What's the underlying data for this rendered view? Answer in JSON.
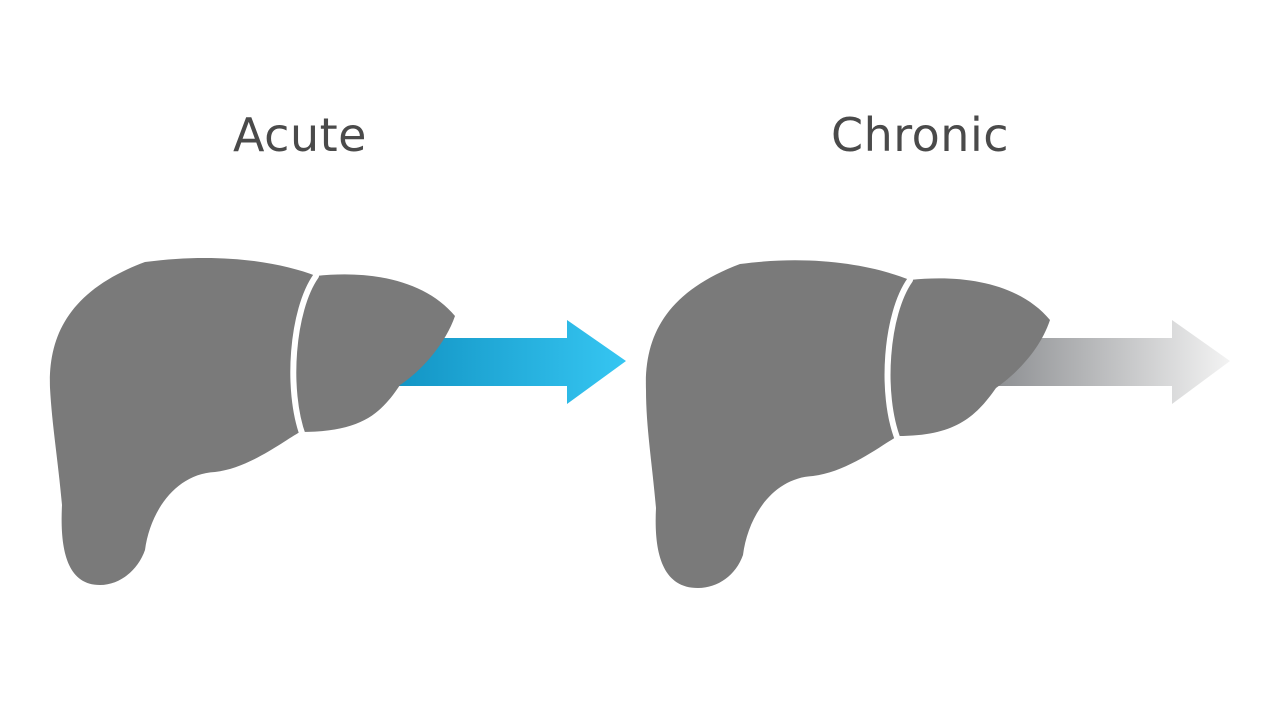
{
  "colors": {
    "background": "#ffffff",
    "organ": "#7a7a7a",
    "lobe_divider": "#ffffff",
    "heading_text": "#4a4a4a",
    "acute_arrow_start": "#1294c4",
    "acute_arrow_end": "#36c6f2",
    "chronic_arrow_start": "#8d8f92",
    "chronic_arrow_end": "#f3f3f3"
  },
  "panels": [
    {
      "heading": "Acute",
      "organ_icon": "liver-icon",
      "arrow_icon": "arrow-right-icon",
      "arrow_style": "blue-gradient"
    },
    {
      "heading": "Chronic",
      "organ_icon": "liver-icon",
      "arrow_icon": "arrow-right-icon",
      "arrow_style": "grey-fade-gradient"
    }
  ]
}
